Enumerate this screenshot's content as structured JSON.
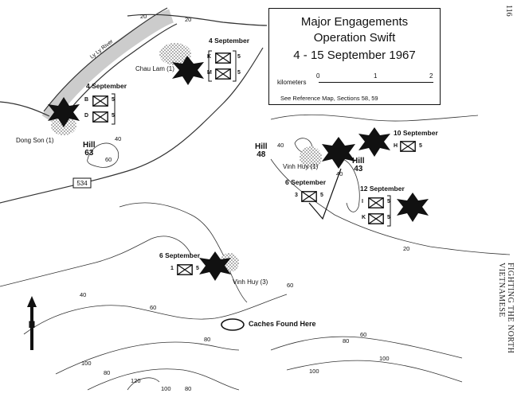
{
  "page_number": "116",
  "side_title": "FIGHTING THE NORTH VIETNAMESE",
  "legend": {
    "title_line1": "Major Engagements",
    "title_line2": "Operation Swift",
    "title_line3": "4 - 15 September 1967",
    "scale_label": "kilometers",
    "scale_ticks": [
      "0",
      "1",
      "2"
    ],
    "reference": "See Reference Map, Sections 58, 59"
  },
  "places": {
    "chau_lam": "Chau Lam (1)",
    "dong_son": "Dong Son (1)",
    "vinh_huy1": "Vinh Huy (1)",
    "vinh_huy3": "Vinh Huy (3)",
    "river": "Ly Ly River",
    "road": "534",
    "caches": "Caches Found Here"
  },
  "hills": {
    "h63": [
      "Hill",
      "63"
    ],
    "h48": [
      "Hill",
      "48"
    ],
    "h43": [
      "Hill",
      "43"
    ]
  },
  "engagements": {
    "sep4_top": {
      "date": "4 September",
      "units": [
        "K",
        "M"
      ],
      "bn": "5"
    },
    "sep4_left": {
      "date": "4 September",
      "units": [
        "B",
        "D"
      ],
      "bn": "5"
    },
    "sep10": {
      "date": "10 September",
      "units": [
        "H"
      ],
      "bn": "5"
    },
    "sep6_right": {
      "date": "6 September",
      "units": [
        "3"
      ],
      "bn": "5"
    },
    "sep12": {
      "date": "12 September",
      "units": [
        "I",
        "K"
      ],
      "bn": "5"
    },
    "sep6_left": {
      "date": "6 September",
      "units": [
        "1"
      ],
      "bn": "5"
    }
  },
  "contour_labels": [
    "20",
    "20",
    "40",
    "60",
    "40",
    "40",
    "20",
    "40",
    "60",
    "60",
    "80",
    "80",
    "100",
    "80",
    "120",
    "100",
    "80",
    "60",
    "100",
    "100"
  ],
  "north_label": "N"
}
